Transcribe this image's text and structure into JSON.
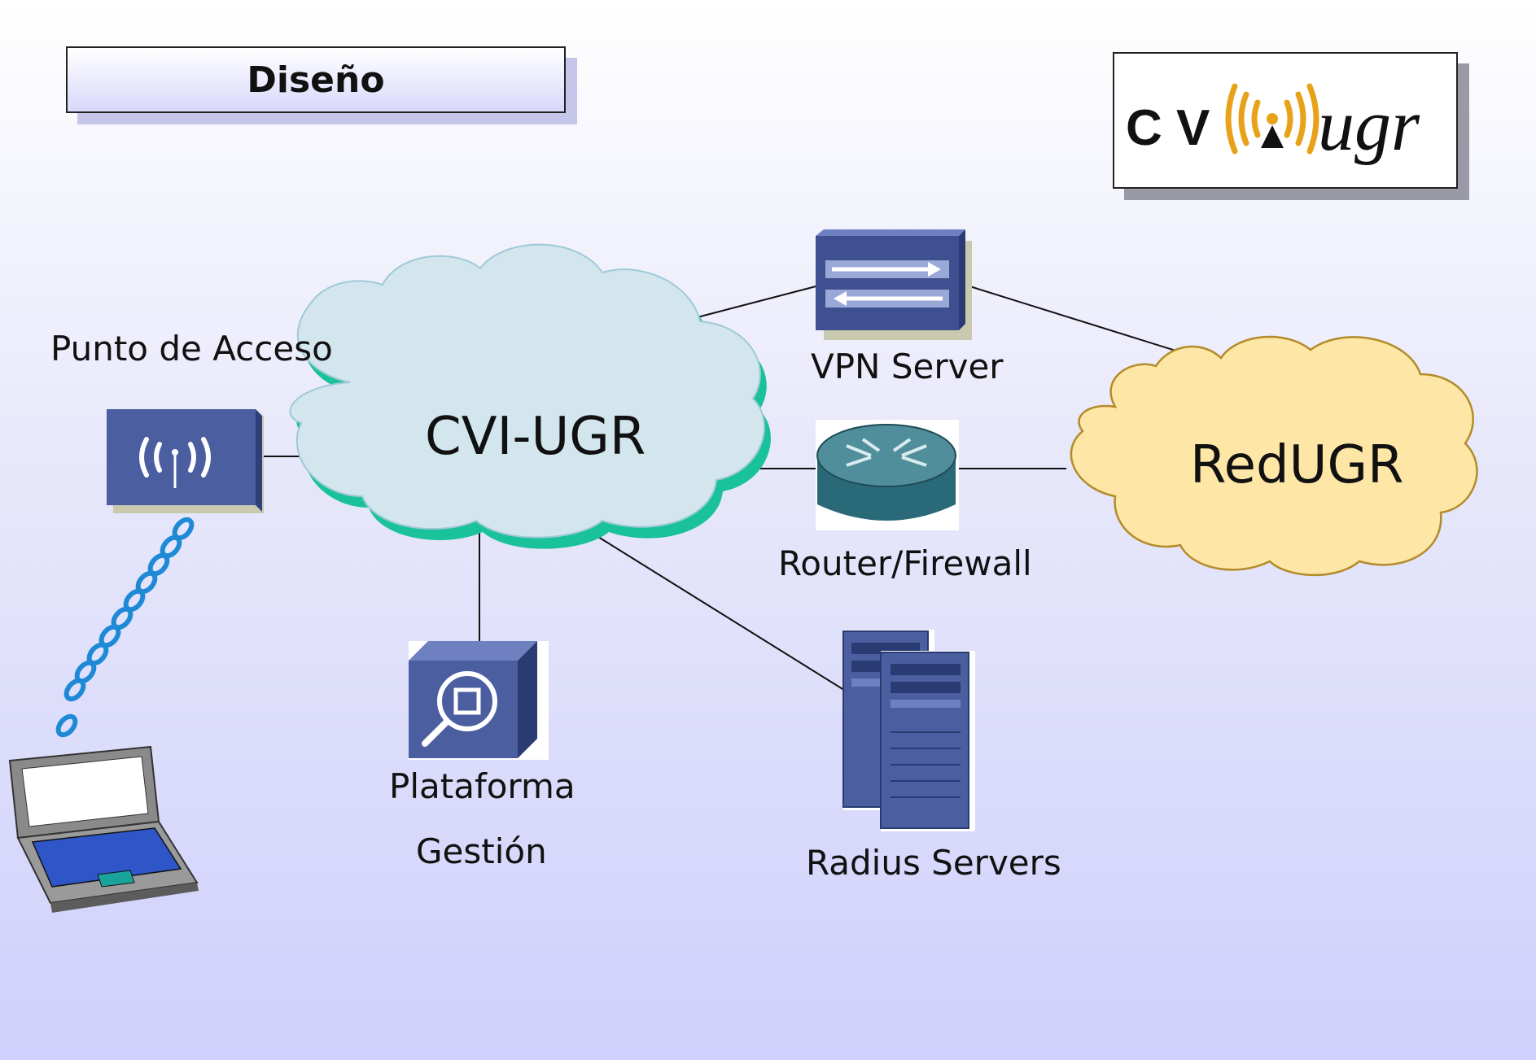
{
  "title": "Diseño",
  "logo": {
    "text_left": "C V",
    "text_right": "ugr"
  },
  "clouds": {
    "cvi": "CVI-UGR",
    "red": "RedUGR"
  },
  "labels": {
    "access_point": "Punto de Acceso",
    "vpn": "VPN Server",
    "router": "Router/Firewall",
    "platform_line1": "Plataforma",
    "platform_line2": "Gestión",
    "radius": "Radius Servers"
  },
  "colors": {
    "cloud_cvi_fill": "#d3e6ee",
    "cloud_cvi_edge": "#19c29a",
    "cloud_red_fill": "#fde6a6",
    "cloud_red_edge": "#b38b2a",
    "device_blue": "#4a5ea0",
    "wireless_blue": "#1e8ad6",
    "logo_orange": "#e8a21a"
  }
}
